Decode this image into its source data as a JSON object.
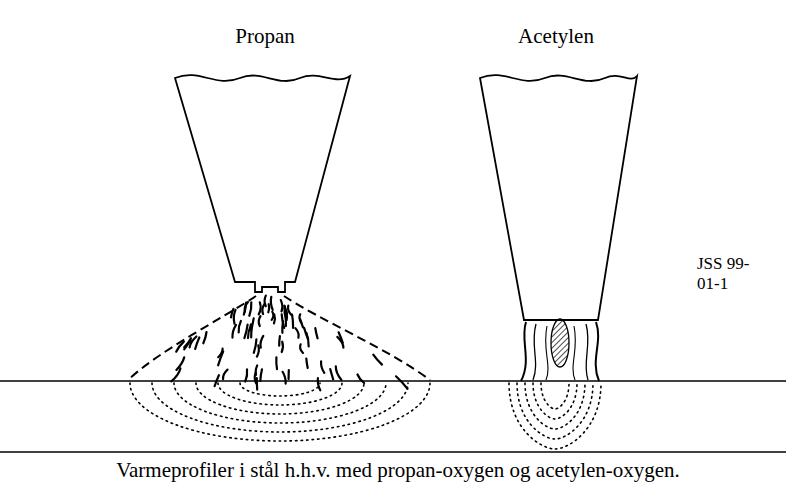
{
  "diagram": {
    "caption": "Varmeprofiler i stål h.h.v. med propan-oxygen og acetylen-oxygen.",
    "labels": [
      "Propan",
      "Acetylen",
      "JSS 99-01-1"
    ]
  }
}
